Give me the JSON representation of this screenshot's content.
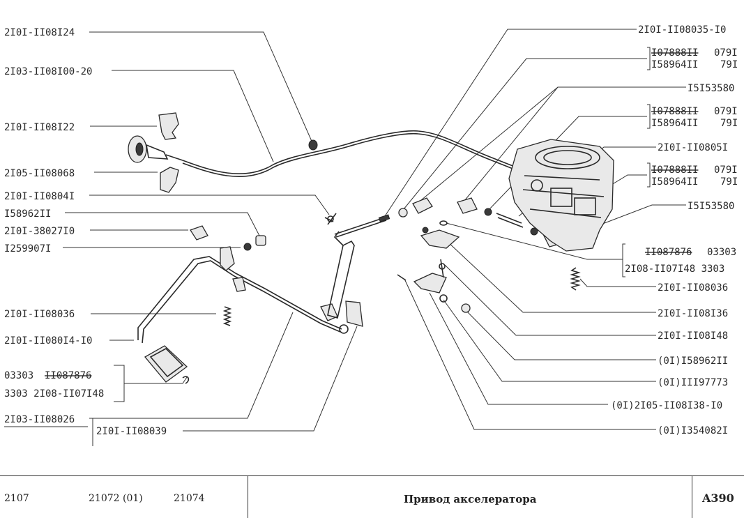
{
  "diagram": {
    "left_labels": [
      "2I0I-II08I24",
      "2I03-II08I00-20",
      "2I0I-II08I22",
      "2I05-II08068",
      "2I0I-II0804I",
      "I58962II",
      "2I0I-38027I0",
      "I259907I",
      "2I0I-II08036",
      "2I0I-II080I4-I0"
    ],
    "right_labels": [
      "2I0I-II08035-I0",
      "I5I53580",
      "2I0I-II0805I",
      "I5I53580",
      "2I0I-II08036",
      "2I0I-II08I36",
      "2I0I-II08I48",
      "(0I)I58962II",
      "(0I)III97773",
      "(0I)2I05-II08I38-I0",
      "(0I)I354082I"
    ],
    "bracket_groups": [
      {
        "struck": "I07888II",
        "a1": "079I",
        "line2": "I58964II",
        "b1": "79I"
      },
      {
        "struck": "I07888II",
        "a1": "079I",
        "line2": "I58964II",
        "b1": "79I"
      },
      {
        "struck": "I07888II",
        "a1": "079I",
        "line2": "I58964II",
        "b1": "79I"
      }
    ],
    "right_pair": {
      "line1_struck": "II087876",
      "line1_suffix": "03303",
      "line2": "2I08-II07I48 3303"
    },
    "left_pair": {
      "line1_prefix": "03303",
      "line1_struck": "II087876",
      "line2": "3303 2I08-II07I48"
    },
    "underlined_label": "2I03-II08026",
    "boxed_label": "2I0I-II08039"
  },
  "footer": {
    "model_1": "2107",
    "model_2": "21072 (01)",
    "model_3": "21074",
    "title": "Привод акселератора",
    "code": "A390"
  }
}
